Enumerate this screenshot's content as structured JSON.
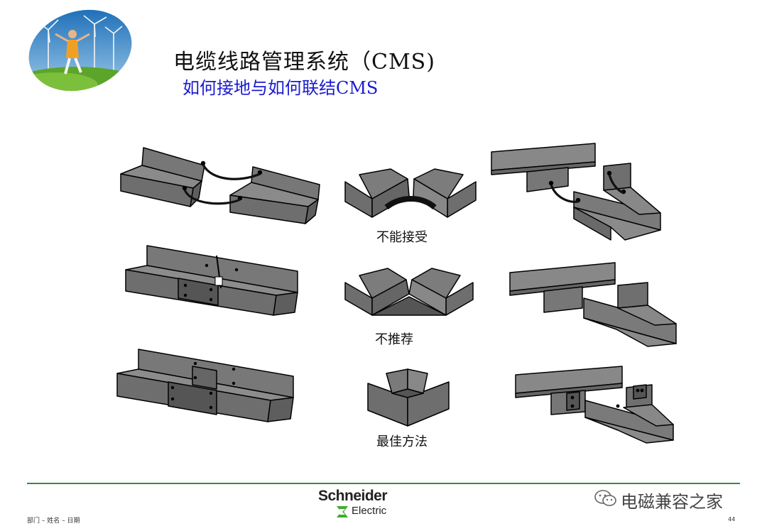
{
  "slide": {
    "title": "电缆线路管理系统（CMS)",
    "subtitle": "如何接地与如何联结CMS"
  },
  "captions": {
    "unacceptable": "不能接受",
    "not_recommended": "不推荐",
    "best_practice": "最佳方法"
  },
  "footer": {
    "left_text": "部门 – 姓名 – 日期",
    "page_number": "44",
    "brand_name": "Schneider",
    "brand_sub": "Electric",
    "watermark": "电磁兼容之家"
  },
  "colors": {
    "tray_fill": "#777777",
    "tray_dark": "#5a5a5a",
    "tray_light": "#8e8e8e",
    "plate": "#555555",
    "footer_line": "#3a8a3a",
    "subtitle": "#1a1ad0",
    "brand_green": "#3dae2b"
  }
}
